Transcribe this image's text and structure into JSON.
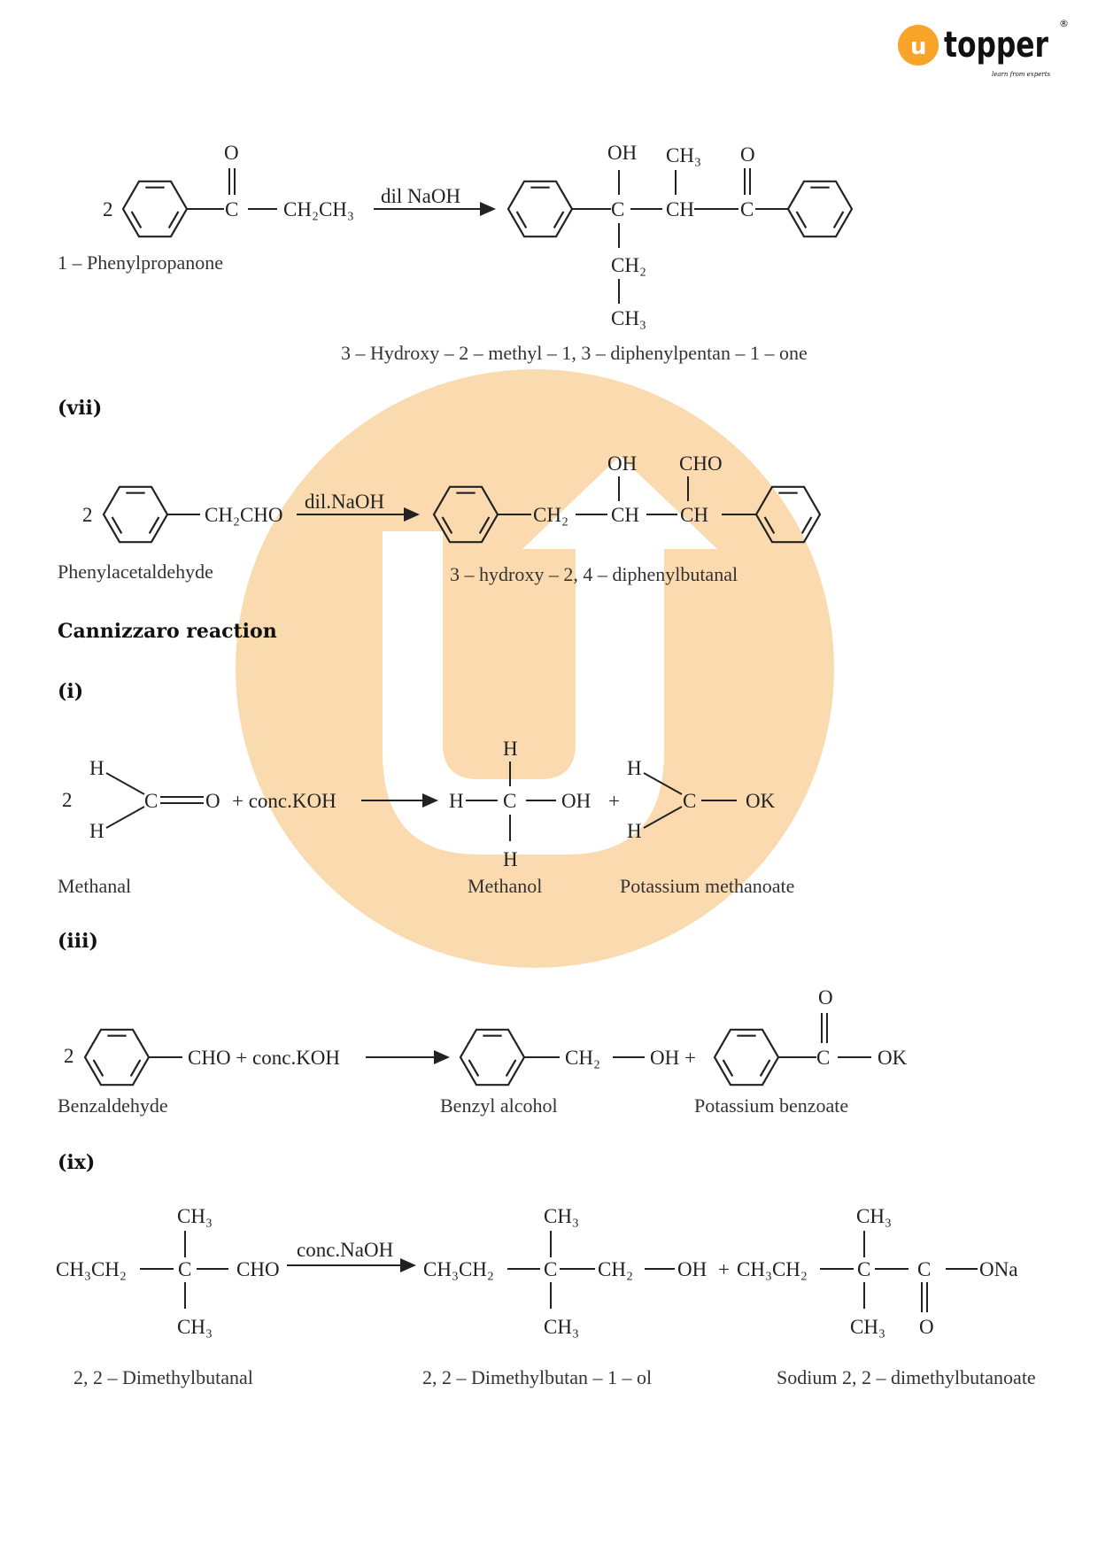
{
  "logo": {
    "brand": "topper",
    "letter": "u",
    "tagline": "learn from experts",
    "registered": "®",
    "accent": "#f7a428"
  },
  "watermark": {
    "color": "#fad7a6"
  },
  "reaction_aldol_1": {
    "coefficient": "2",
    "reactant_o": "O",
    "reactant_c": "C",
    "reactant_chain": "CH₂CH₃",
    "reagent": "dil NaOH",
    "p_oh": "OH",
    "p_ch3_top": "CH₃",
    "p_o": "O",
    "p_c1": "C",
    "p_ch": "CH",
    "p_c2": "C",
    "p_ch2": "CH₂",
    "p_ch3_bottom": "CH₃",
    "reactant_name": "1 – Phenylpropanone",
    "product_name": "3 – Hydroxy – 2 – methyl – 1, 3 – diphenylpentan – 1 – one"
  },
  "section_vii": {
    "label": "(vii)",
    "coefficient": "2",
    "reactant_chain": "CH₂CHO",
    "reagent": "dil.NaOH",
    "p_ch2": "CH₂",
    "p_ch1": "CH",
    "p_ch2b": "CH",
    "p_oh": "OH",
    "p_cho": "CHO",
    "reactant_name": "Phenylacetaldehyde",
    "product_name": "3 – hydroxy – 2, 4 – diphenylbutanal"
  },
  "cannizzaro_heading": "Cannizzaro reaction",
  "section_i": {
    "label": "(i)",
    "coefficient": "2",
    "h_top": "H",
    "h_bottom": "H",
    "c": "C",
    "o": "O",
    "plus_reagent": "+ conc.KOH",
    "m_h_left": "H",
    "m_c": "C",
    "m_oh": "OH",
    "m_h_top": "H",
    "m_h_bottom": "H",
    "plus": "+",
    "k_h_top": "H",
    "k_h_bottom": "H",
    "k_c": "C",
    "k_ok": "OK",
    "reactant_name": "Methanal",
    "product1_name": "Methanol",
    "product2_name": "Potassium methanoate"
  },
  "section_iii": {
    "label": "(iii)",
    "coefficient": "2",
    "reactant_chain": "CHO + conc.KOH",
    "p1_chain": "CH₂",
    "p1_oh": "OH +",
    "p2_c": "C",
    "p2_o": "O",
    "p2_ok": "OK",
    "reactant_name": "Benzaldehyde",
    "product1_name": "Benzyl alcohol",
    "product2_name": "Potassium benzoate"
  },
  "section_ix": {
    "label": "(ix)",
    "r_chain": "CH₃CH₂",
    "r_c": "C",
    "r_cho": "CHO",
    "r_ch3_top": "CH₃",
    "r_ch3_bottom": "CH₃",
    "reagent": "conc.NaOH",
    "p1_chain": "CH₃CH₂",
    "p1_c": "C",
    "p1_ch2": "CH₂",
    "p1_oh": "OH",
    "p1_ch3_top": "CH₃",
    "p1_ch3_bottom": "CH₃",
    "plus": "+",
    "p2_chain": "CH₃CH₂",
    "p2_c": "C",
    "p2_c2": "C",
    "p2_ona": "ONa",
    "p2_ch3_top": "CH₃",
    "p2_ch3_bottom": "CH₃",
    "p2_o": "O",
    "reactant_name": "2, 2 – Dimethylbutanal",
    "product1_name": "2, 2 – Dimethylbutan – 1 – ol",
    "product2_name": "Sodium 2, 2 – dimethylbutanoate"
  }
}
